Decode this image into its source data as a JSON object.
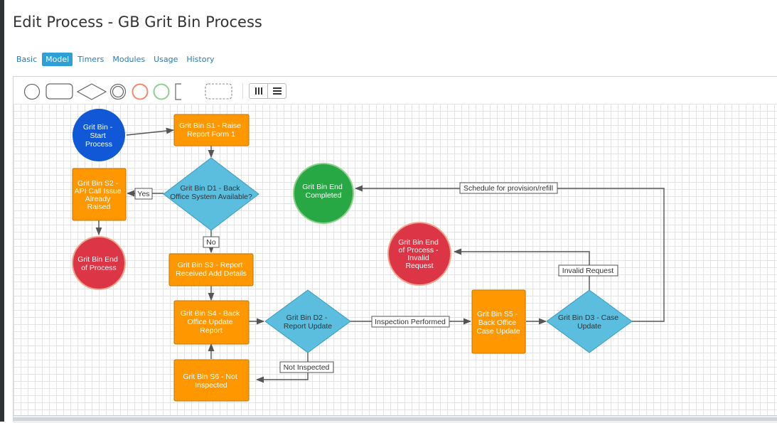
{
  "page": {
    "title": "Edit Process - GB Grit Bin Process"
  },
  "tabs": [
    {
      "label": "Basic",
      "active": false
    },
    {
      "label": "Model",
      "active": true
    },
    {
      "label": "Timers",
      "active": false
    },
    {
      "label": "Modules",
      "active": false
    },
    {
      "label": "Usage",
      "active": false
    },
    {
      "label": "History",
      "active": false
    }
  ],
  "palette": {
    "tools": [
      "start-event-icon",
      "task-icon",
      "gateway-icon",
      "intermediate-event-icon",
      "error-end-event-icon",
      "success-end-event-icon",
      "annotation-icon",
      "group-icon"
    ],
    "layout_buttons": [
      "vertical-layout-icon",
      "horizontal-layout-icon"
    ]
  },
  "colors": {
    "start": "#1158d6",
    "task": "#ff9800",
    "task_border": "#c47300",
    "decision": "#5bbedf",
    "decision_border": "#3a9bc0",
    "end_success": "#27a844",
    "end_error": "#dc3545",
    "end_border": "#f0a58e"
  },
  "nodes": {
    "start": {
      "lines": [
        "Grit Bin -",
        "Start",
        "Process"
      ]
    },
    "s1": {
      "lines": [
        "Grit Bin S1 - Raise",
        "Report Form 1"
      ]
    },
    "d1": {
      "lines": [
        "Grit Bin D1 - Back",
        "Office System Available?"
      ]
    },
    "s2": {
      "lines": [
        "Grit Bin S2 -",
        "API Call Issue",
        "Already",
        "Raised"
      ]
    },
    "end_process": {
      "lines": [
        "Grit Bin End",
        "of Process"
      ]
    },
    "s3": {
      "lines": [
        "Grit Bin S3 - Report",
        "Received Add Details"
      ]
    },
    "s4": {
      "lines": [
        "Grit Bin S4 - Back",
        "Office Update",
        "Report"
      ]
    },
    "s6": {
      "lines": [
        "Grit Bin S6 - Not",
        "Inspected"
      ]
    },
    "d2": {
      "lines": [
        "Grit Bin D2 -",
        "Report Update"
      ]
    },
    "s5": {
      "lines": [
        "Grit Bin S5 -",
        "Back Office",
        "Case Update"
      ]
    },
    "d3": {
      "lines": [
        "Grit Bin D3 - Case",
        "Update"
      ]
    },
    "end_completed": {
      "lines": [
        "Grit Bin End",
        "Completed"
      ]
    },
    "end_invalid": {
      "lines": [
        "Grit Bin End",
        "of Process -",
        "Invalid",
        "Request"
      ]
    }
  },
  "edge_labels": {
    "yes": "Yes",
    "no": "No",
    "inspection_performed": "Inspection Performed",
    "not_inspected": "Not Inspected",
    "invalid_request": "Invalid Request",
    "schedule": "Schedule for provision/refill"
  }
}
